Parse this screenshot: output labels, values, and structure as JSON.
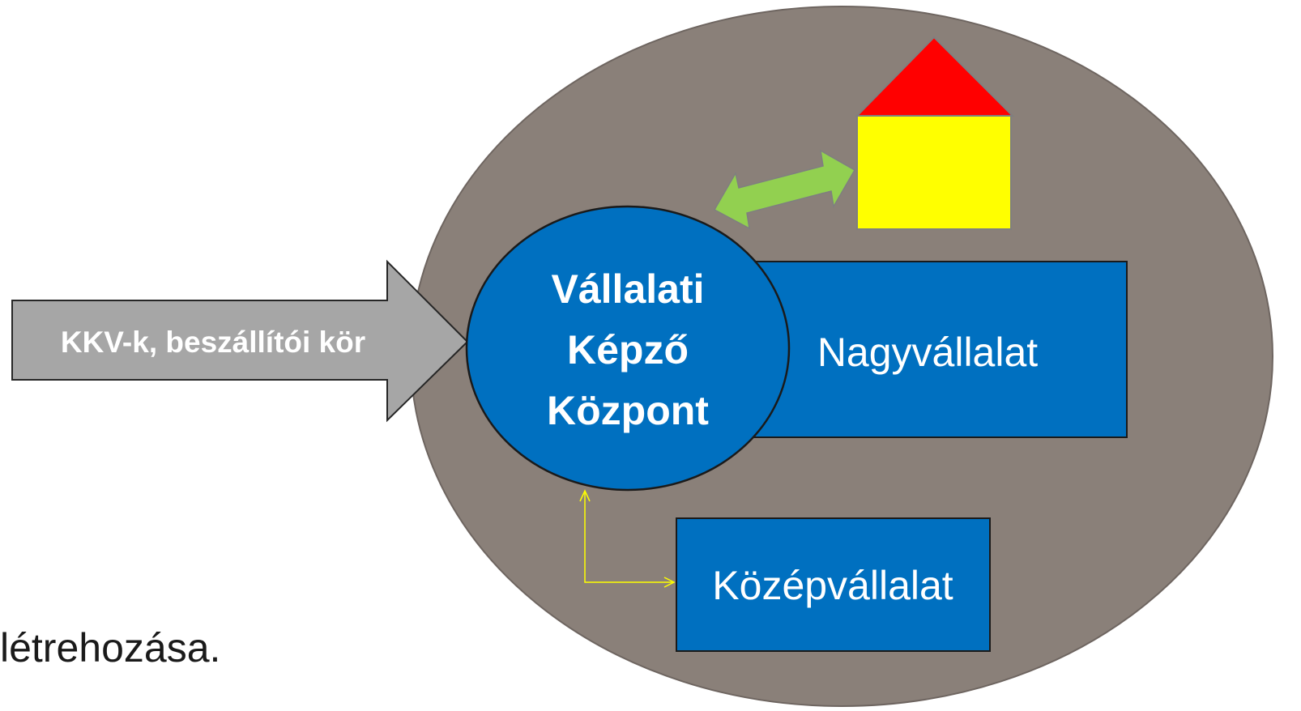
{
  "diagram": {
    "left_text": "létrehozása.",
    "arrow_label": "KKV-k, beszállítói kör",
    "center_lines": [
      "Vállalati",
      "Képző",
      "Központ"
    ],
    "large_company": "Nagyvállalat",
    "medium_company": "Középvállalat"
  },
  "colors": {
    "outer_ellipse": "#8a8079",
    "blue": "#0070c0",
    "gray_arrow": "#a6a6a6",
    "green_arrow": "#92d050",
    "roof": "#ff0000",
    "house_body": "#ffff00",
    "connector": "#ffff00"
  },
  "icons": {
    "house": "house-icon"
  }
}
